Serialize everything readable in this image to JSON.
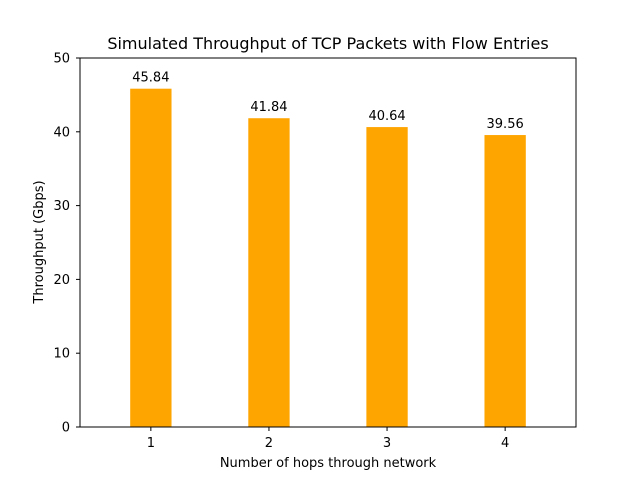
{
  "chart_data": {
    "type": "bar",
    "title": "Simulated Throughput of TCP Packets with Flow Entries",
    "xlabel": "Number of hops through network",
    "ylabel": "Throughput (Gbps)",
    "categories": [
      "1",
      "2",
      "3",
      "4"
    ],
    "values": [
      45.84,
      41.84,
      40.64,
      39.56
    ],
    "data_labels": [
      "45.84",
      "41.84",
      "40.64",
      "39.56"
    ],
    "ylim": [
      0,
      50
    ],
    "yticks": [
      0,
      10,
      20,
      30,
      40,
      50
    ],
    "ytick_labels": [
      "0",
      "10",
      "20",
      "30",
      "40",
      "50"
    ],
    "grid": false,
    "bar_color": "#FFA500"
  }
}
